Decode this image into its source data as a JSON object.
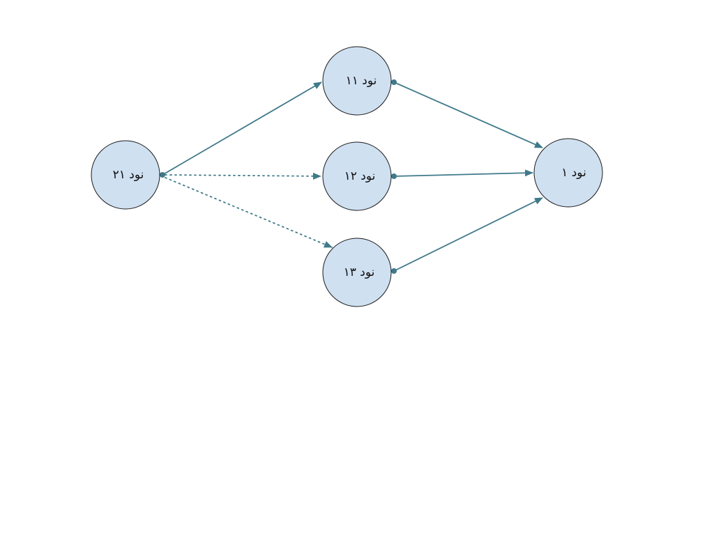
{
  "diagram": {
    "nodes": [
      {
        "id": "n21",
        "label": "نود ۲۱"
      },
      {
        "id": "n11",
        "label": "نود ۱۱"
      },
      {
        "id": "n12",
        "label": "نود ۱۲"
      },
      {
        "id": "n13",
        "label": "نود ۱۳"
      },
      {
        "id": "n1",
        "label": "نود ۱"
      }
    ],
    "edges": [
      {
        "from": "n21",
        "to": "n11",
        "style": "solid"
      },
      {
        "from": "n21",
        "to": "n12",
        "style": "dotted"
      },
      {
        "from": "n21",
        "to": "n13",
        "style": "dotted"
      },
      {
        "from": "n11",
        "to": "n1",
        "style": "solid"
      },
      {
        "from": "n12",
        "to": "n1",
        "style": "solid"
      },
      {
        "from": "n13",
        "to": "n1",
        "style": "solid"
      }
    ],
    "colors": {
      "node_fill": "#cfe0f1",
      "node_stroke": "#1a1a1a",
      "edge": "#3f7a8a"
    }
  }
}
